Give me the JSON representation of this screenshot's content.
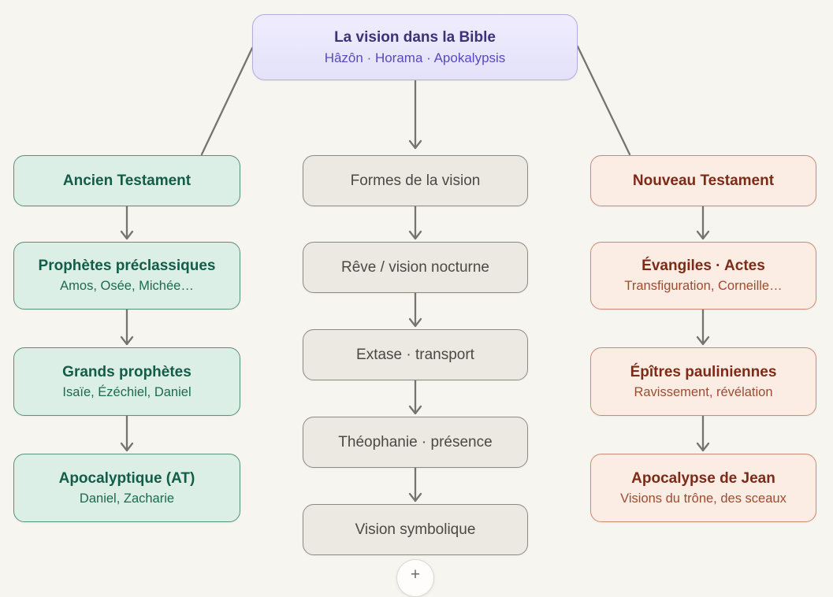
{
  "diagram": {
    "root": {
      "title": "La vision dans la Bible",
      "subtitle": "Hâzôn · Horama · Apokalypsis"
    },
    "columns": [
      {
        "id": "ancien-testament",
        "theme": "green",
        "accent": "#135c48",
        "nodes": [
          {
            "title": "Ancien Testament",
            "subtitle": ""
          },
          {
            "title": "Prophètes préclassiques",
            "subtitle": "Amos, Osée, Michée…"
          },
          {
            "title": "Grands prophètes",
            "subtitle": "Isaïe, Ézéchiel, Daniel"
          },
          {
            "title": "Apocalyptique (AT)",
            "subtitle": "Daniel, Zacharie"
          }
        ]
      },
      {
        "id": "formes-de-la-vision",
        "theme": "gray",
        "accent": "#4a4944",
        "nodes": [
          {
            "title": "Formes de la vision"
          },
          {
            "title": "Rêve / vision nocturne"
          },
          {
            "title": "Extase · transport"
          },
          {
            "title": "Théophanie · présence"
          },
          {
            "title": "Vision symbolique"
          }
        ]
      },
      {
        "id": "nouveau-testament",
        "theme": "red",
        "accent": "#7d2a17",
        "nodes": [
          {
            "title": "Nouveau Testament",
            "subtitle": ""
          },
          {
            "title": "Évangiles · Actes",
            "subtitle": "Transfiguration, Corneille…"
          },
          {
            "title": "Épîtres pauliniennes",
            "subtitle": "Ravissement, révélation"
          },
          {
            "title": "Apocalypse de Jean",
            "subtitle": "Visions du trône, des sceaux"
          }
        ]
      }
    ],
    "colors": {
      "background": "#f7f5ef",
      "connector": "#75746f",
      "root_fill": "#e9e6fb",
      "green_fill": "#dcefe6",
      "gray_fill": "#ebe9e2",
      "red_fill": "#fbece4"
    },
    "add_button": {
      "label": "+"
    }
  }
}
